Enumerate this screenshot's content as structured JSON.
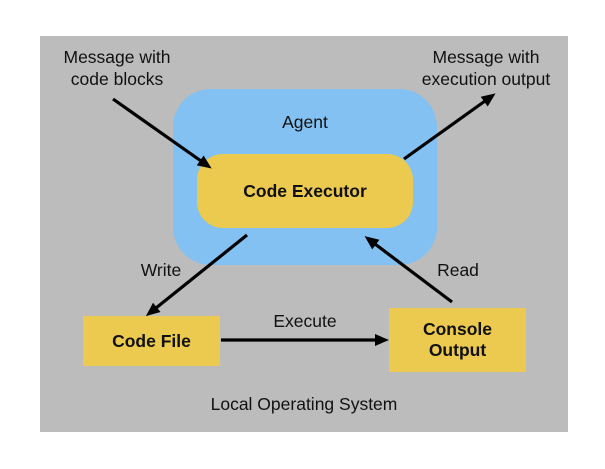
{
  "colors": {
    "page_bg": "#ffffff",
    "os_bg": "#bcbcbc",
    "agent_bg": "#82c1f1",
    "node_bg": "#ecc94f",
    "text": "#111111",
    "arrow": "#000000"
  },
  "os": {
    "label": "Local Operating System"
  },
  "agent": {
    "label": "Agent"
  },
  "nodes": {
    "code_executor": {
      "label": "Code Executor"
    },
    "code_file": {
      "label": "Code File"
    },
    "console_output": {
      "label": "Console\nOutput"
    }
  },
  "annotations": {
    "incoming": "Message with\ncode blocks",
    "outgoing": "Message with\nexecution output"
  },
  "edges": {
    "write": "Write",
    "read": "Read",
    "execute": "Execute"
  }
}
